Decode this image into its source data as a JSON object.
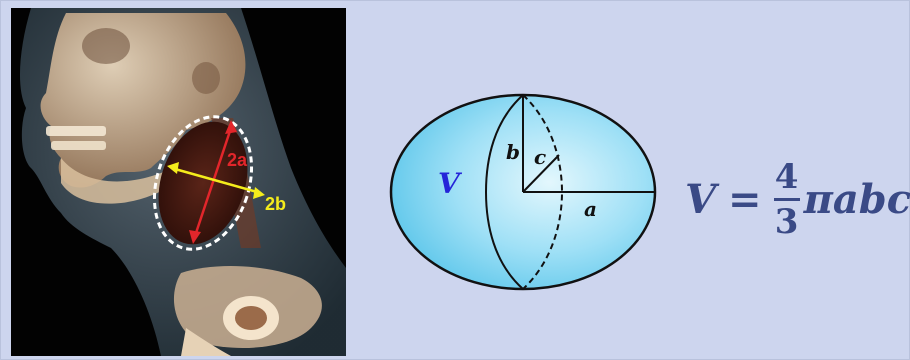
{
  "scan": {
    "label_2a": "2a",
    "label_2b": "2b",
    "label_2a_color": "#e2262b",
    "label_2b_color": "#f4ec1c",
    "dashed_outline_color": "#ffffff"
  },
  "ellipsoid": {
    "volume_label": "V",
    "axis_a": "a",
    "axis_b": "b",
    "axis_c": "c",
    "fill_color": "#5cc6ea",
    "volume_label_color": "#2525d8"
  },
  "formula": {
    "lhs": "V",
    "equals": "=",
    "numerator": "4",
    "denominator": "3",
    "rhs": "πabc",
    "color": "#3a4a86"
  }
}
